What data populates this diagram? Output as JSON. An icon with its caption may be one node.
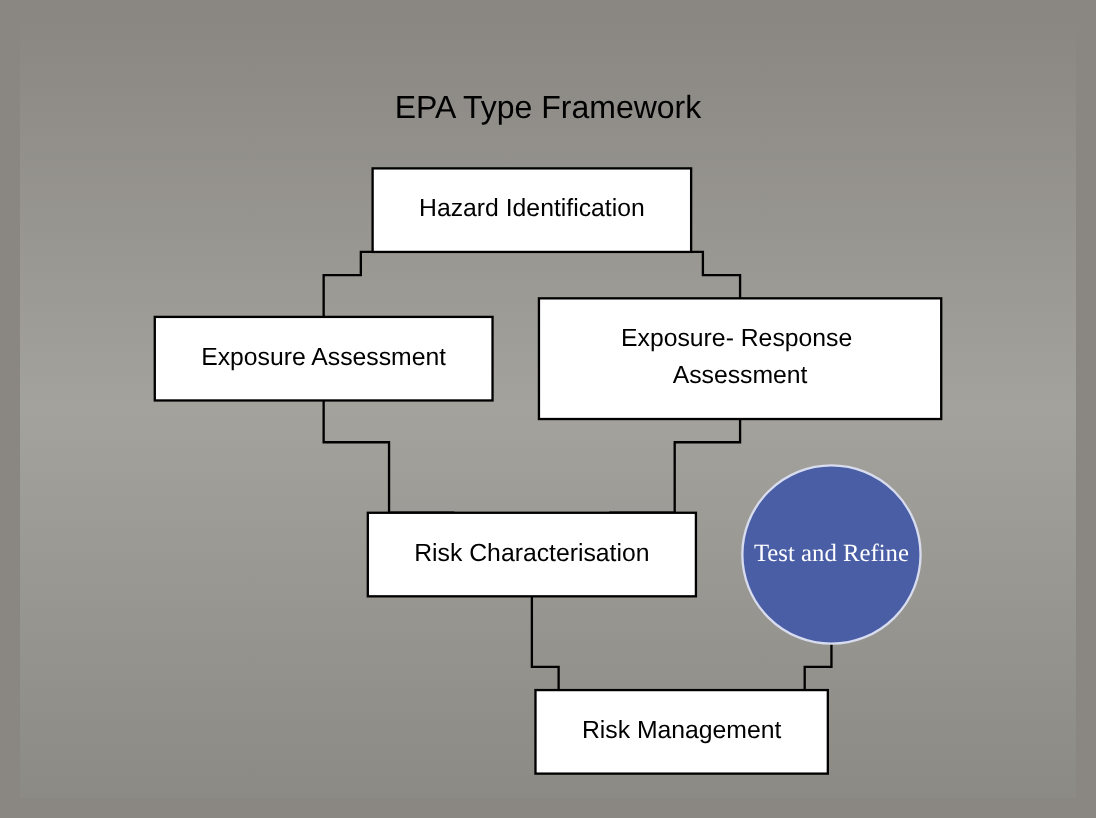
{
  "diagram": {
    "title": "EPA Type Framework",
    "nodes": [
      {
        "text": [
          "Hazard Identification"
        ]
      },
      {
        "text": [
          "Exposure Assessment"
        ]
      },
      {
        "text": [
          "Exposure- Response Assessment"
        ]
      },
      {
        "text": [
          "Risk Characterisation"
        ]
      },
      {
        "text": [
          "Risk Management"
        ]
      },
      {
        "text": [
          "Test and Refine"
        ]
      }
    ],
    "edges": [
      {
        "from": 0,
        "to": 1,
        "arrow": "none"
      },
      {
        "from": 0,
        "to": 2,
        "arrow": "none"
      },
      {
        "from": 1,
        "to": 3,
        "arrow": "none"
      },
      {
        "from": 2,
        "to": 3,
        "arrow": "none"
      },
      {
        "from": 3,
        "to": 4,
        "arrow": "none"
      },
      {
        "from": 5,
        "to": 4,
        "arrow": "none"
      }
    ]
  }
}
